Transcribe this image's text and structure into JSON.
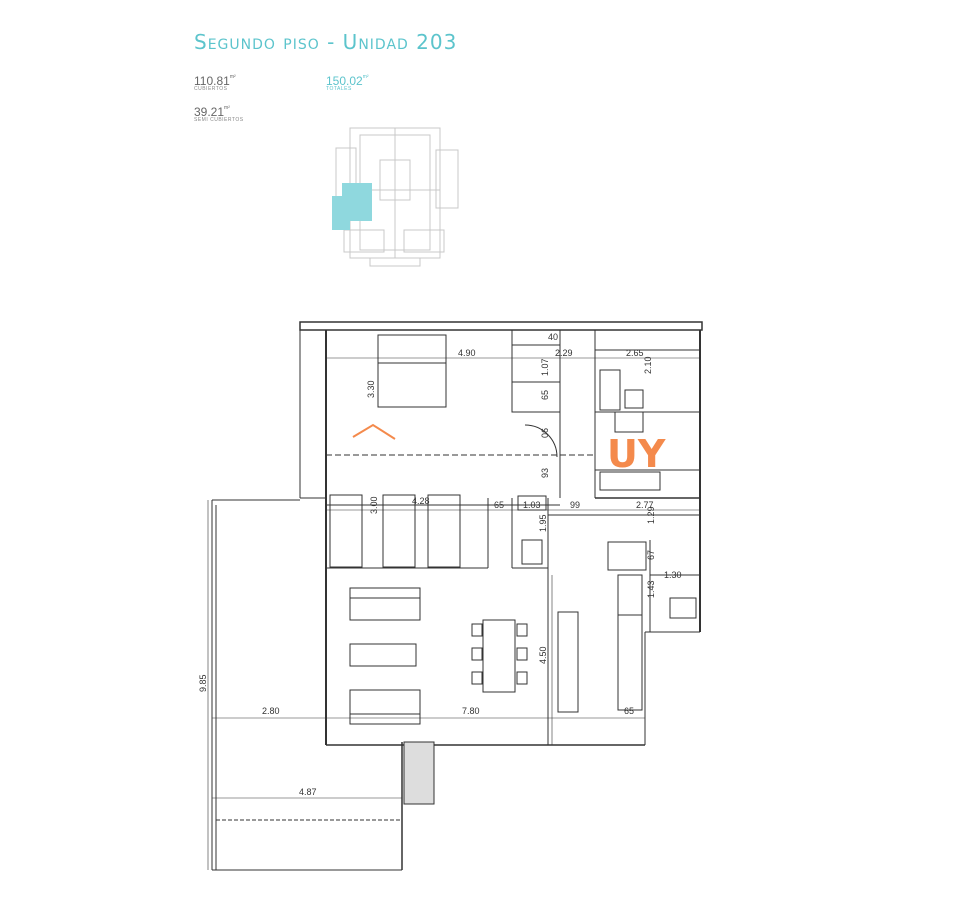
{
  "header": {
    "title": "Segundo piso - Unidad 203"
  },
  "areas": {
    "cubiertos": {
      "value": "110.81",
      "unit": "m²",
      "label": "CUBIERTOS"
    },
    "totales": {
      "value": "150.02",
      "unit": "m²",
      "label": "TOTALES"
    },
    "semi_cubiertos": {
      "value": "39.21",
      "unit": "m²",
      "label": "SEMI CUBIERTOS"
    }
  },
  "watermark": {
    "text": "UY"
  },
  "dimensions": {
    "d_490": "4.90",
    "d_229": "2.29",
    "d_265": "2.65",
    "d_040": "40",
    "d_330": "3.30",
    "d_107": "1.07",
    "d_210": "2.10",
    "d_065a": "65",
    "d_006": "06",
    "d_093": "93",
    "d_300": "3.00",
    "d_428": "4.28",
    "d_065b": "65",
    "d_103": "1.03",
    "d_099": "99",
    "d_277": "2.77",
    "d_129": "1.29",
    "d_195": "1.95",
    "d_067": "67",
    "d_130": "1.30",
    "d_143": "1.43",
    "d_450": "4.50",
    "d_985": "9.85",
    "d_280": "2.80",
    "d_780": "7.80",
    "d_065c": "65",
    "d_487": "4.87"
  },
  "colors": {
    "accent": "#5cc4cc",
    "watermark": "#f48a4c",
    "line": "#333333"
  }
}
